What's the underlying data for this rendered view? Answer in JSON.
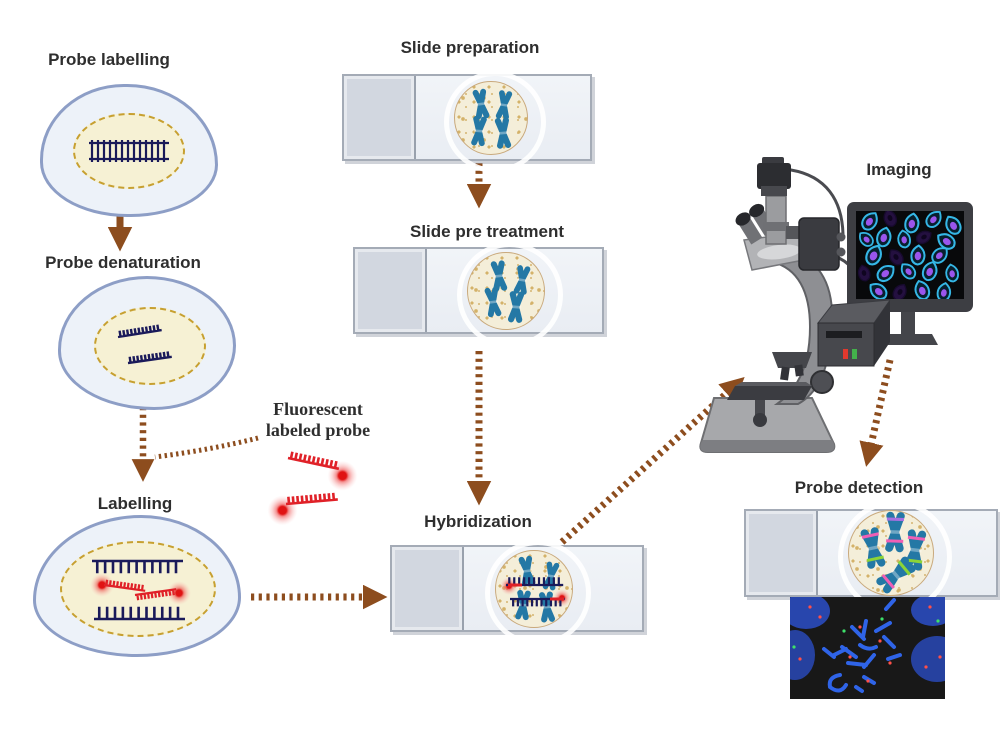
{
  "steps": {
    "probe_labelling": "Probe labelling",
    "probe_denaturation": "Probe denaturation",
    "fluorescent_probe_line1": "Fluorescent",
    "fluorescent_probe_line2": "labeled probe",
    "labelling": "Labelling",
    "slide_preparation": "Slide preparation",
    "slide_pre_treatment": "Slide pre treatment",
    "hybridization": "Hybridization",
    "imaging": "Imaging",
    "probe_detection": "Probe detection"
  },
  "colors": {
    "arrow": "#8d4d1e",
    "text": "#2e2e2e",
    "cell-fill": "#edf2f9",
    "cell-border": "#8d9ec6",
    "nucleus-fill": "#f6f1d4",
    "nucleus-border": "#c7a030",
    "dna-navy": "#1a1a5a",
    "probe-red": "#e02128",
    "chromosome-blue": "#2478a5",
    "slide-body": "#e9edf3",
    "slide-frosted": "#d2d7e0",
    "specimen-fill": "#f4eed9",
    "specimen-border": "#c9a97c",
    "specimen-speckle": "#d4b269",
    "band-pink": "#ef5fb5",
    "band-green": "#8cd437",
    "band-violet": "#a86fe0",
    "screen-cell-cyan": "#35b7e6",
    "screen-cell-purple": "#9a55ec",
    "fish-blue": "#2f64e8",
    "signal-red": "#ff5048",
    "signal-green": "#3ee06a"
  }
}
